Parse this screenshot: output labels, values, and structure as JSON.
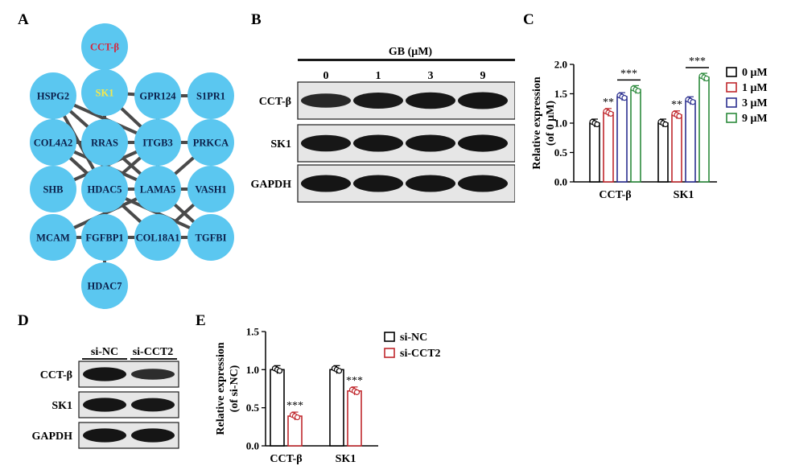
{
  "panels": {
    "a": "A",
    "b": "B",
    "c": "C",
    "d": "D",
    "e": "E"
  },
  "network": {
    "nodes": [
      {
        "id": "CCT-β",
        "color": "#d6283e"
      },
      {
        "id": "HSPG2"
      },
      {
        "id": "SK1",
        "color": "#f5e94c"
      },
      {
        "id": "GPR124"
      },
      {
        "id": "S1PR1"
      },
      {
        "id": "COL4A2"
      },
      {
        "id": "RRAS"
      },
      {
        "id": "ITGB3"
      },
      {
        "id": "PRKCA"
      },
      {
        "id": "SHB"
      },
      {
        "id": "HDAC5"
      },
      {
        "id": "LAMA5"
      },
      {
        "id": "VASH1"
      },
      {
        "id": "MCAM"
      },
      {
        "id": "FGFBP1"
      },
      {
        "id": "COL18A1"
      },
      {
        "id": "TGFBI"
      },
      {
        "id": "HDAC7"
      }
    ],
    "edges": [
      [
        "CCT-β",
        "SK1"
      ],
      [
        "SK1",
        "GPR124"
      ],
      [
        "GPR124",
        "S1PR1"
      ],
      [
        "GPR124",
        "ITGB3"
      ],
      [
        "SK1",
        "RRAS"
      ],
      [
        "SK1",
        "ITGB3"
      ],
      [
        "HSPG2",
        "COL4A2"
      ],
      [
        "HSPG2",
        "ITGB3"
      ],
      [
        "HSPG2",
        "LAMA5"
      ],
      [
        "HSPG2",
        "HDAC5"
      ],
      [
        "COL4A2",
        "RRAS"
      ],
      [
        "COL4A2",
        "HDAC5"
      ],
      [
        "COL4A2",
        "LAMA5"
      ],
      [
        "COL4A2",
        "COL18A1"
      ],
      [
        "COL4A2",
        "ITGB3"
      ],
      [
        "RRAS",
        "ITGB3"
      ],
      [
        "ITGB3",
        "PRKCA"
      ],
      [
        "ITGB3",
        "LAMA5"
      ],
      [
        "ITGB3",
        "HDAC5"
      ],
      [
        "ITGB3",
        "SHB"
      ],
      [
        "PRKCA",
        "LAMA5"
      ],
      [
        "HDAC5",
        "LAMA5"
      ],
      [
        "HDAC5",
        "FGFBP1"
      ],
      [
        "LAMA5",
        "VASH1"
      ],
      [
        "LAMA5",
        "COL18A1"
      ],
      [
        "LAMA5",
        "TGFBI"
      ],
      [
        "LAMA5",
        "MCAM"
      ],
      [
        "FGFBP1",
        "COL18A1"
      ],
      [
        "FGFBP1",
        "HDAC7"
      ],
      [
        "COL18A1",
        "TGFBI"
      ],
      [
        "MCAM",
        "FGFBP1"
      ],
      [
        "HDAC5",
        "TGFBI"
      ],
      [
        "VASH1",
        "COL18A1"
      ]
    ]
  },
  "blot_b": {
    "header": "GB (μM)",
    "doses": [
      "0",
      "1",
      "3",
      "9"
    ],
    "rows": [
      "CCT-β",
      "SK1",
      "GAPDH"
    ],
    "intensity": [
      [
        0.55,
        0.8,
        0.85,
        0.9
      ],
      [
        0.85,
        0.9,
        0.9,
        0.92
      ],
      [
        0.9,
        0.9,
        0.9,
        0.9
      ]
    ]
  },
  "blot_d": {
    "lanes": [
      "si-NC",
      "si-CCT2"
    ],
    "rows": [
      "CCT-β",
      "SK1",
      "GAPDH"
    ],
    "intensity": [
      [
        0.9,
        0.45
      ],
      [
        0.9,
        0.85
      ],
      [
        0.9,
        0.9
      ]
    ]
  },
  "chart_data": [
    {
      "type": "bar",
      "panel": "C",
      "categories": [
        "CCT-β",
        "SK1"
      ],
      "ylabel": "Relative expression",
      "ylabel2": "(of 0 μM)",
      "ylim": [
        0,
        2.0
      ],
      "yticks": [
        "0.0",
        "0.5",
        "1.0",
        "1.5",
        "2.0"
      ],
      "series": [
        {
          "name": "0 μM",
          "color": "#000000",
          "values": [
            1.0,
            1.0
          ]
        },
        {
          "name": "1 μM",
          "color": "#c0282d",
          "values": [
            1.18,
            1.14
          ]
        },
        {
          "name": "3 μM",
          "color": "#2b2f8f",
          "values": [
            1.45,
            1.38
          ]
        },
        {
          "name": "9 μM",
          "color": "#2c8a3c",
          "values": [
            1.57,
            1.78
          ]
        }
      ],
      "annotations": [
        {
          "category": 0,
          "series": 1,
          "text": "**"
        },
        {
          "category": 1,
          "series": 1,
          "text": "**"
        },
        {
          "bracket": [
            0,
            2,
            3
          ],
          "text": "***"
        },
        {
          "bracket": [
            1,
            2,
            3
          ],
          "text": "***"
        }
      ]
    },
    {
      "type": "bar",
      "panel": "E",
      "categories": [
        "CCT-β",
        "SK1"
      ],
      "ylabel": "Relative expression",
      "ylabel2": "(of si-NC)",
      "ylim": [
        0,
        1.5
      ],
      "yticks": [
        "0.0",
        "0.5",
        "1.0",
        "1.5"
      ],
      "series": [
        {
          "name": "si-NC",
          "color": "#000000",
          "values": [
            1.0,
            1.0
          ]
        },
        {
          "name": "si-CCT2",
          "color": "#c0282d",
          "values": [
            0.39,
            0.72
          ]
        }
      ],
      "annotations": [
        {
          "category": 0,
          "series": 1,
          "text": "***"
        },
        {
          "category": 1,
          "series": 1,
          "text": "***"
        }
      ]
    }
  ]
}
